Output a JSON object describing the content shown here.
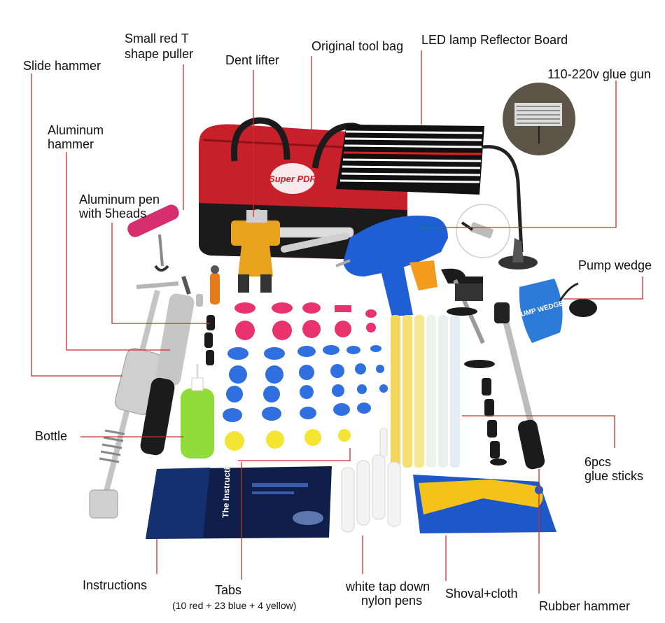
{
  "labels": {
    "slide_hammer": "Slide hammer",
    "small_t_puller_line1": "Small red T",
    "small_t_puller_line2": "shape puller",
    "dent_lifter": "Dent lifter",
    "tool_bag": "Original tool bag",
    "reflector_board": "LED lamp Reflector Board",
    "glue_gun": "110-220v glue gun",
    "aluminum_hammer_line1": "Aluminum",
    "aluminum_hammer_line2": "hammer",
    "aluminum_pen_line1": "Aluminum pen",
    "aluminum_pen_line2": "with 5heads",
    "pump_wedge": "Pump wedge",
    "bottle": "Bottle",
    "glue_sticks_line1": "6pcs",
    "glue_sticks_line2": "glue sticks",
    "instructions": "Instructions",
    "tabs": "Tabs",
    "tabs_detail": "(10 red + 23 blue + 4 yellow)",
    "nylon_pens_line1": "white tap down",
    "nylon_pens_line2": "nylon pens",
    "shovel_cloth": "Shoval+cloth",
    "rubber_hammer": "Rubber hammer"
  },
  "artwork_text": {
    "bag_logo": "Super PDR",
    "manual_title": "The Instructions",
    "pump_text": "PUMP WEDGE"
  },
  "colors": {
    "leader_line": "#d12a2a",
    "bag_red": "#c8202a",
    "tab_red": "#e8336e",
    "tab_blue": "#2f6fe0",
    "tab_yellow": "#f3e531",
    "glue_gun_blue": "#1f5fd6",
    "cloth_blue": "#1e58c8",
    "scraper_yellow": "#f4c21a"
  }
}
